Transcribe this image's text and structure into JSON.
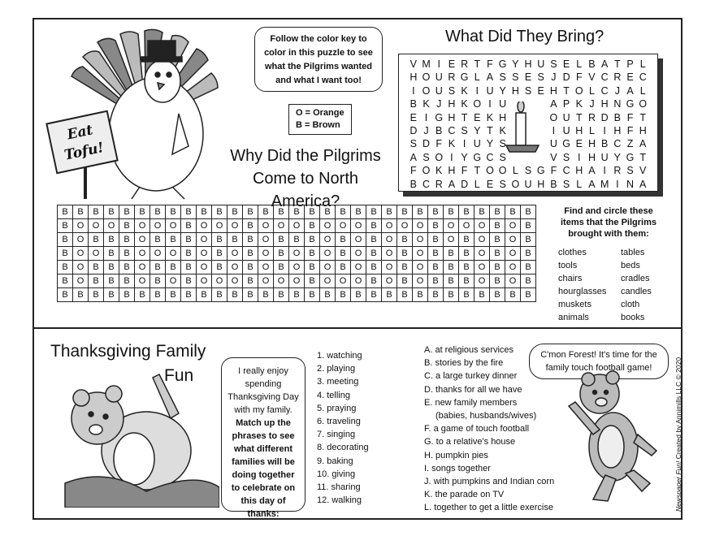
{
  "top": {
    "turkey_bubble": "Follow the color key to color in this puzzle to see what the Pilgrims wanted and what I want too!",
    "sign_line1": "Eat",
    "sign_line2": "Tofu!",
    "color_key": [
      "O = Orange",
      "B = Brown"
    ],
    "puzzle_title_line1": "Why Did the Pilgrims",
    "puzzle_title_line2": "Come to North America?",
    "wordsearch_title": "What Did They Bring?",
    "wordsearch_rows": [
      "VMIERTFGYHUSELBATPL",
      "HOURGLASSESJDFVCREC",
      "IOUSKIUYHSEHTOLCJAL",
      "BKJHKOIU   APKJHNGO",
      "EIGHTEKH   OUTRDBFT",
      "DJBCSYTK   IUHLIHFH",
      "SDFKIUYS   UGEHBCZA",
      "ASOIYGCS   VSIHUYGT",
      "FOKHFTOOLSGFCHAIRSV",
      "BCRADLESOUHBSLAMINA"
    ],
    "color_grid_rows": [
      "BBBBBBBBBBBBBBBBBBBBBBBBBBBBBBB",
      "BOOOBOOOBOOOBOOOBOOOBOOOBOOOBOB",
      "BOBBBOBBBOBBBOBBBOBOBOBOBOBOBOB",
      "BOOBBOOOBOBOBOBOBOBOBOBOBBBOBOB",
      "BOBBBOBBBOBOBOBOBOBOBOBOBBBOBOB",
      "BOBBBOBOBOOOBOOOBOOOBOBOBBBOBOB",
      "BBBBBBBBBBBBBBBBBBBBBBBBBBBBBBB"
    ],
    "find_heading": "Find and circle these items that the Pilgrims brought with them:",
    "items_col1": [
      "clothes",
      "tools",
      "chairs",
      "hourglasses",
      "muskets",
      "animals"
    ],
    "items_col2": [
      "tables",
      "beds",
      "cradles",
      "candles",
      "cloth",
      "books"
    ]
  },
  "bottom": {
    "title_line1": "Thanksgiving Family",
    "title_line2": "Fun",
    "bear_bubble_plain": "I really enjoy spending Thanksgiving Day with my family.",
    "bear_bubble_bold": "Match up the phrases to see what different families will be doing together to celebrate on this day of thanks:",
    "numbered": [
      "1. watching",
      "2. playing",
      "3. meeting",
      "4. telling",
      "5. praying",
      "6. traveling",
      "7. singing",
      "8. decorating",
      "9. baking",
      "10. giving",
      "11. sharing",
      "12. walking"
    ],
    "answers": [
      "A. at religious services",
      "B. stories by the fire",
      "C. a large turkey dinner",
      "D. thanks for all we have",
      "E. new family members",
      "(babies, husbands/wives)",
      "F. a game of touch football",
      "G. to a relative's house",
      "H. pumpkin pies",
      "I.  songs together",
      "J. with pumpkins and Indian corn",
      "K. the parade on TV",
      "L. together to get a little exercise"
    ],
    "bear2_bubble": "C'mon Forest! It's time for the family touch football game!",
    "credit_italic": "Newspaper Fun!",
    "credit_rest": " Created by Annimills LLC © 2020"
  }
}
